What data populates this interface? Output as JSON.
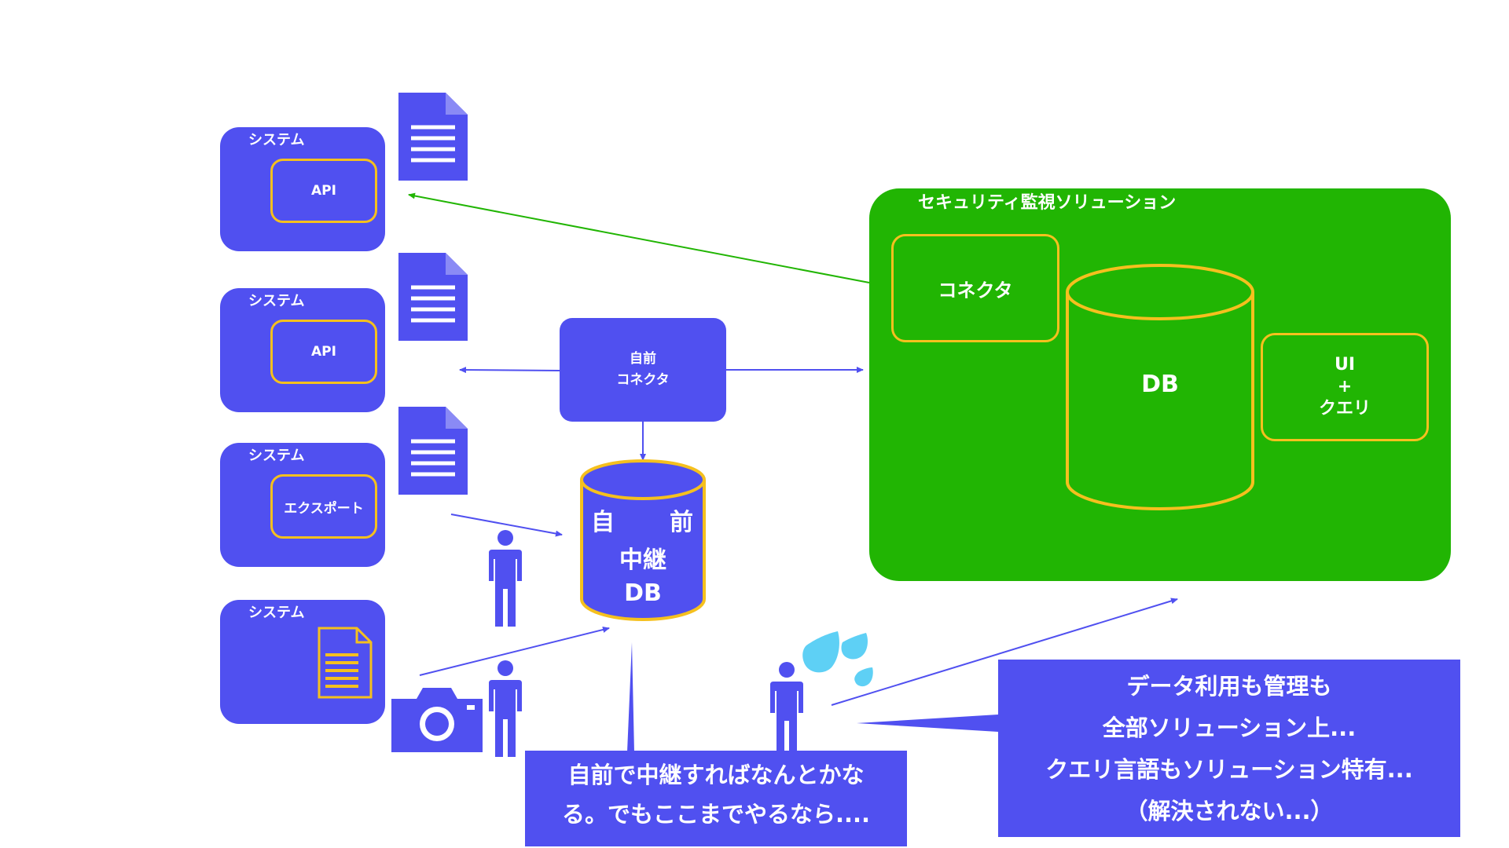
{
  "systems": [
    {
      "label": "システム",
      "inner": "API"
    },
    {
      "label": "システム",
      "inner": "API"
    },
    {
      "label": "システム",
      "inner": "エクスポート"
    },
    {
      "label": "システム",
      "inner": ""
    }
  ],
  "own_connector": {
    "line1": "自前",
    "line2": "コネクタ"
  },
  "relay_db": {
    "line1a": "自",
    "line1b": "前",
    "line2": "中継",
    "line3": "DB"
  },
  "solution": {
    "title": "セキュリティ監視ソリューション",
    "connector": "コネクタ",
    "db": "DB",
    "ui_line1": "UI",
    "ui_line2": "+",
    "ui_line3": "クエリ"
  },
  "callout_left": {
    "line1": "自前で中継すればなんとかな",
    "line2": "る。でもここまでやるなら...."
  },
  "callout_right": {
    "line1": "データ利用も管理も",
    "line2": "全部ソリューション上...",
    "line3": "クエリ言語もソリューション特有...",
    "line4": "（解決されない...）"
  },
  "colors": {
    "blue": "#5050f0",
    "green": "#21b503",
    "yellow": "#f5c01e",
    "drop": "#5ed0f5"
  }
}
